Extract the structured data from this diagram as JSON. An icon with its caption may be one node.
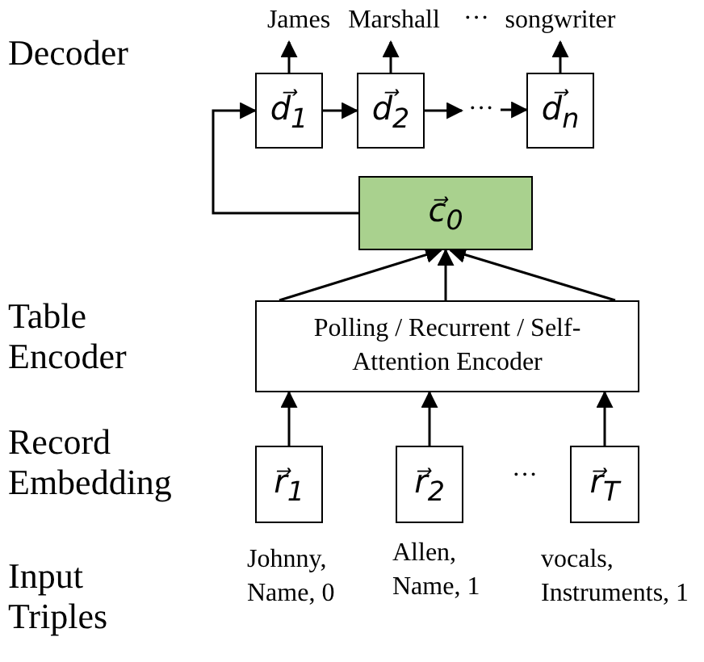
{
  "diagram": {
    "nodes": [
      {
        "text": [
          "James"
        ]
      },
      {
        "text": [
          "Marshall"
        ]
      },
      {
        "text": [
          "songwriter"
        ]
      },
      {
        "text": [
          "d⃗$_{1}$"
        ]
      },
      {
        "text": [
          "d⃗$_{2}$"
        ]
      },
      {
        "text": [
          "···"
        ]
      },
      {
        "text": [
          "d⃗$_{n}$"
        ]
      },
      {
        "text": [
          "c⃗$_{0}$"
        ]
      },
      {
        "text": [
          "Polling / Recurrent / Self-Attention Encoder"
        ]
      },
      {
        "text": [
          "r⃗$_{1}$"
        ]
      },
      {
        "text": [
          "r⃗$_{2}$"
        ]
      },
      {
        "text": [
          "r⃗$_{T}$"
        ]
      }
    ],
    "edges": [
      {
        "from": 3,
        "to": 0,
        "arrow": "to"
      },
      {
        "from": 4,
        "to": 1,
        "arrow": "to"
      },
      {
        "from": 6,
        "to": 2,
        "arrow": "to"
      },
      {
        "from": 3,
        "to": 4,
        "arrow": "to"
      },
      {
        "from": 4,
        "to": 5,
        "arrow": "to"
      },
      {
        "from": 5,
        "to": 6,
        "arrow": "to"
      },
      {
        "from": 7,
        "to": 3,
        "arrow": "to"
      },
      {
        "from": 8,
        "to": 7,
        "arrow": "to"
      },
      {
        "from": 8,
        "to": 7,
        "arrow": "to"
      },
      {
        "from": 8,
        "to": 7,
        "arrow": "to"
      },
      {
        "from": 9,
        "to": 8,
        "arrow": "to"
      },
      {
        "from": 10,
        "to": 8,
        "arrow": "to"
      },
      {
        "from": 11,
        "to": 8,
        "arrow": "to"
      }
    ],
    "labels": [
      "Decoder",
      "···",
      "Table Encoder",
      "Record Embedding",
      "···",
      "Input Triples",
      "Johnny, Name, 0",
      "Allen, Name, 1",
      "vocals, Instruments, 1"
    ]
  }
}
